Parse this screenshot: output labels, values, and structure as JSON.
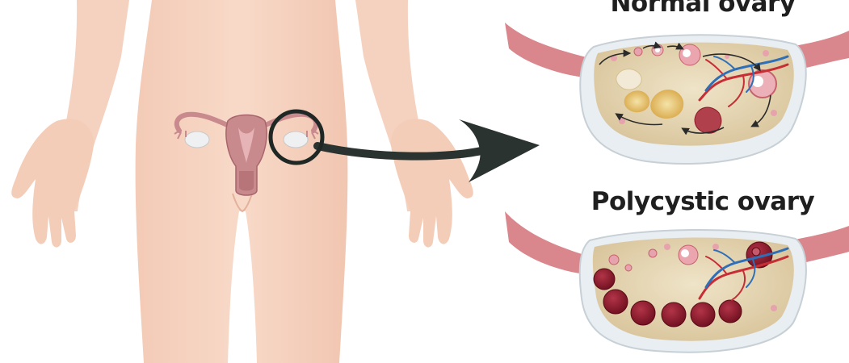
{
  "labels": {
    "normal_ovary": "Normal ovary",
    "polycystic_ovary": "Polycystic ovary"
  },
  "colors": {
    "skin": "#f7d6c4",
    "skin_shadow": "#efc4ae",
    "uterus": "#c98a8e",
    "uterus_dark": "#a8656b",
    "ovary_cortex": "#e7d8b8",
    "ovary_capsule": "#e8eef2",
    "cyst": "#8b1a2a",
    "follicle": "#e7a3ad",
    "corpus_luteum": "#e2b54c",
    "artery": "#c62d35",
    "vein": "#2f6fb8",
    "arrow": "#2a332f",
    "magnifier_ring": "#1f2825"
  },
  "icons": [
    "magnifier-circle",
    "pointer-arrow"
  ]
}
